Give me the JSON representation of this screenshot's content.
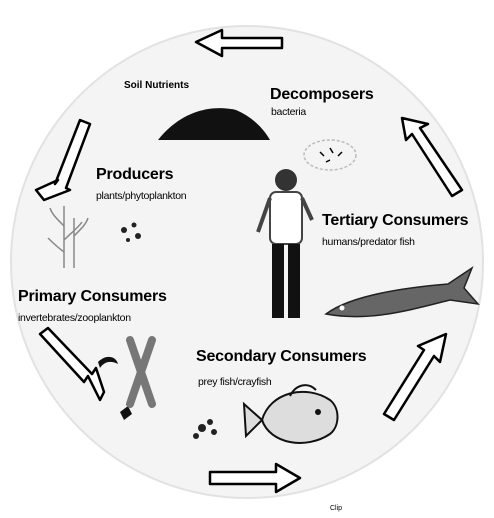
{
  "diagram": {
    "soil_nutrients": "Soil Nutrients",
    "decomposers": {
      "title": "Decomposers",
      "subtitle": "bacteria"
    },
    "producers": {
      "title": "Producers",
      "subtitle": "plants/phytoplankton"
    },
    "tertiary_consumers": {
      "title": "Tertiary Consumers",
      "subtitle": "humans/predator fish"
    },
    "primary_consumers": {
      "title": "Primary Consumers",
      "subtitle": "invertebrates/zooplankton"
    },
    "secondary_consumers": {
      "title": "Secondary Consumers",
      "subtitle": "prey fish/crayfish"
    },
    "credit": "Clip"
  },
  "icons": [
    "cycle-arrow-icon",
    "soil-mound-icon",
    "bacteria-icon",
    "plant-icon",
    "human-figure-icon",
    "predator-fish-icon",
    "zooplankton-icon",
    "crayfish-icon",
    "prey-fish-icon"
  ],
  "colors": {
    "ink": "#000000",
    "circle_fill": "#f4f4f4",
    "arrow_fill": "#ffffff"
  }
}
